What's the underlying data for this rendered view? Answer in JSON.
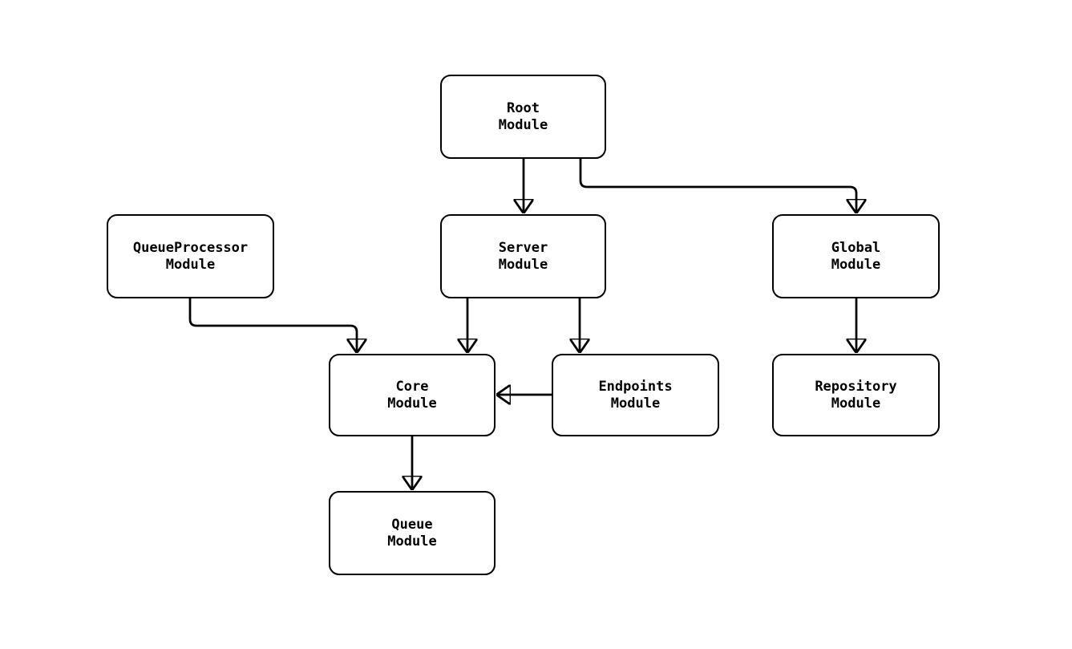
{
  "diagram": {
    "type": "module-dependency-flowchart",
    "background_color": "#ffffff",
    "stroke_color": "#000000",
    "text_color": "#000000",
    "nodes": [
      {
        "id": "root-module",
        "line1": "Root",
        "line2": "Module"
      },
      {
        "id": "server-module",
        "line1": "Server",
        "line2": "Module"
      },
      {
        "id": "global-module",
        "line1": "Global",
        "line2": "Module"
      },
      {
        "id": "queueprocessor-module",
        "line1": "QueueProcessor",
        "line2": "Module"
      },
      {
        "id": "core-module",
        "line1": "Core",
        "line2": "Module"
      },
      {
        "id": "endpoints-module",
        "line1": "Endpoints",
        "line2": "Module"
      },
      {
        "id": "repository-module",
        "line1": "Repository",
        "line2": "Module"
      },
      {
        "id": "queue-module",
        "line1": "Queue",
        "line2": "Module"
      }
    ],
    "edges": [
      {
        "from": "root-module",
        "to": "server-module"
      },
      {
        "from": "root-module",
        "to": "global-module"
      },
      {
        "from": "queueprocessor-module",
        "to": "core-module"
      },
      {
        "from": "server-module",
        "to": "core-module"
      },
      {
        "from": "server-module",
        "to": "endpoints-module"
      },
      {
        "from": "endpoints-module",
        "to": "core-module"
      },
      {
        "from": "global-module",
        "to": "repository-module"
      },
      {
        "from": "core-module",
        "to": "queue-module"
      }
    ]
  }
}
